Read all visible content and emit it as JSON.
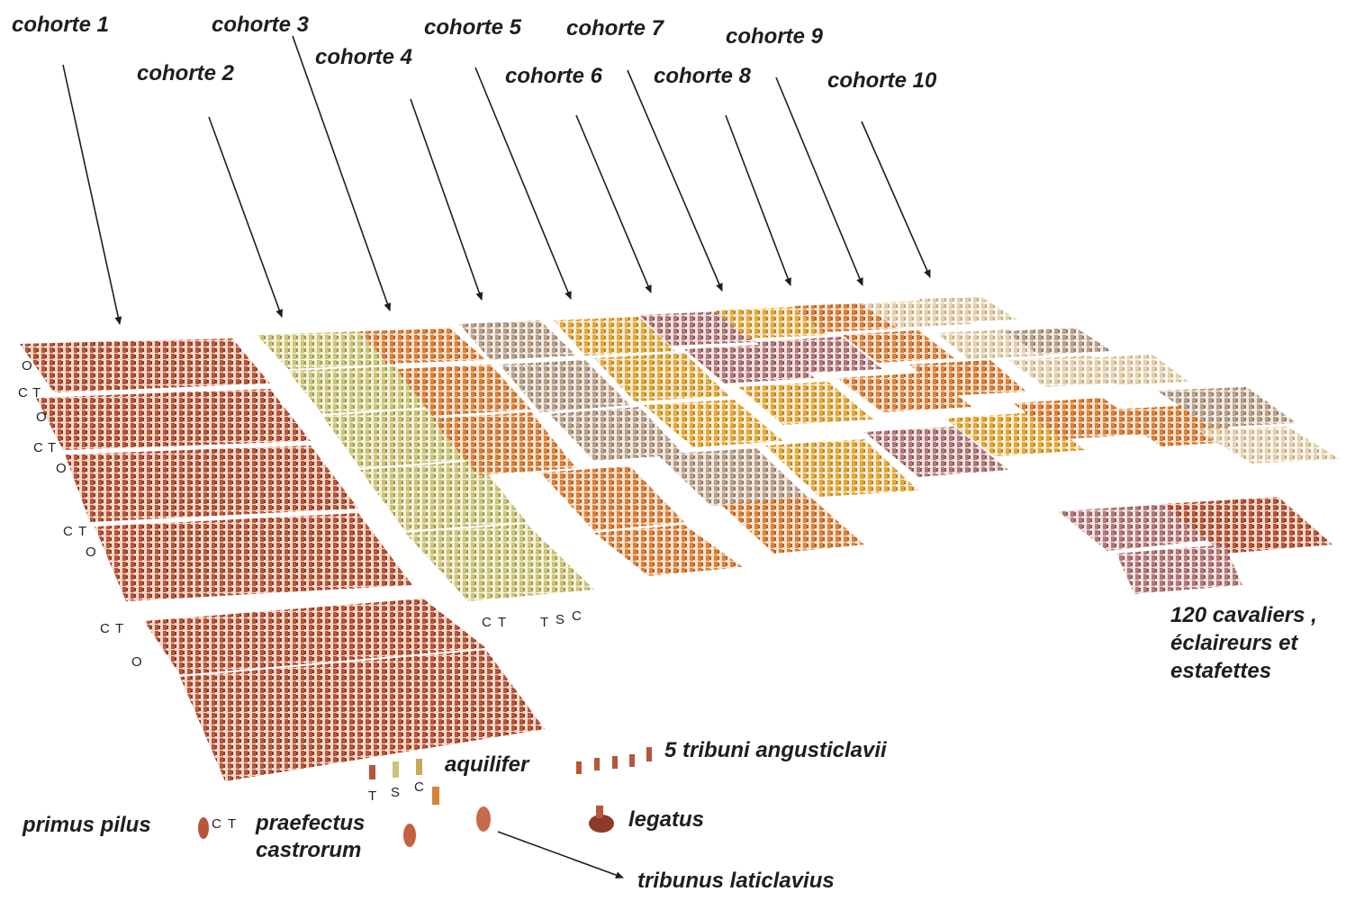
{
  "cohorts": [
    {
      "label": "cohorte 1"
    },
    {
      "label": "cohorte 2"
    },
    {
      "label": "cohorte 3"
    },
    {
      "label": "cohorte 4"
    },
    {
      "label": "cohorte 5"
    },
    {
      "label": "cohorte 6"
    },
    {
      "label": "cohorte 7"
    },
    {
      "label": "cohorte 8"
    },
    {
      "label": "cohorte 9"
    },
    {
      "label": "cohorte 10"
    }
  ],
  "cavalry": {
    "line1": "120 cavaliers ,",
    "line2": "éclaireurs et",
    "line3": "estafettes"
  },
  "legend": {
    "aquilifer": "aquilifer",
    "tribuni": "5 tribuni angusticlavii",
    "legatus": "legatus",
    "primus_pilus": "primus pilus",
    "praefectus_line1": "praefectus",
    "praefectus_line2": "castrorum",
    "tribunus": "tribunus laticlavius"
  },
  "markers": {
    "c": "C",
    "t": "T",
    "o": "O",
    "s": "S"
  },
  "colors": {
    "red_brown": "#b5573b",
    "olive": "#c9c47a",
    "orange": "#d9823a",
    "grey_pink": "#b8a08a",
    "gold": "#e0a93a",
    "mauve": "#b07a7a",
    "arrow": "#1e1e1e"
  }
}
